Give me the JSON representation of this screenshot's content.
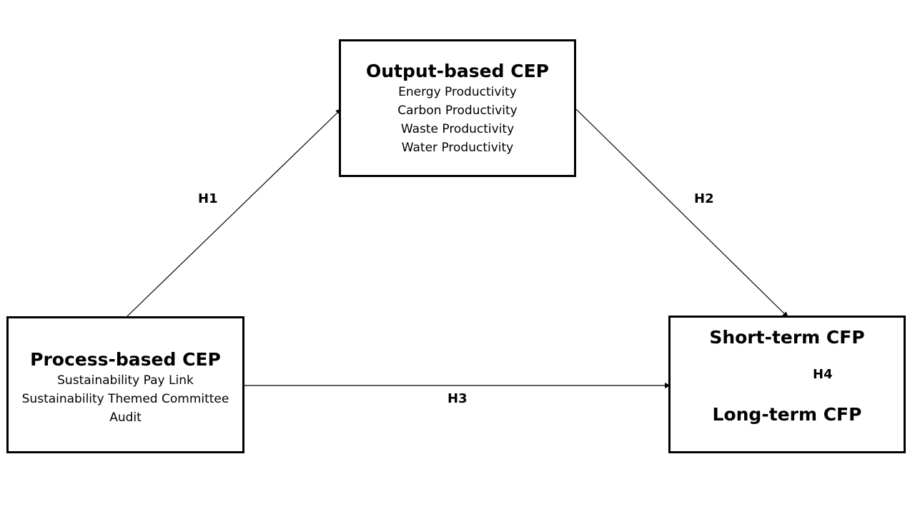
{
  "nodes": {
    "output": {
      "title": "Output-based CEP",
      "items": [
        "Energy Productivity",
        "Carbon Productivity",
        "Waste Productivity",
        "Water Productivity"
      ]
    },
    "process": {
      "title": "Process-based CEP",
      "items": [
        "Sustainability Pay Link",
        "Sustainability Themed Committee",
        "Audit"
      ]
    },
    "cfp": {
      "short_term": "Short-term CFP",
      "long_term": "Long-term CFP"
    }
  },
  "edges": {
    "h1": "H1",
    "h2": "H2",
    "h3": "H3",
    "h4": "H4"
  },
  "colors": {
    "stroke": "#000000",
    "background": "#ffffff"
  }
}
